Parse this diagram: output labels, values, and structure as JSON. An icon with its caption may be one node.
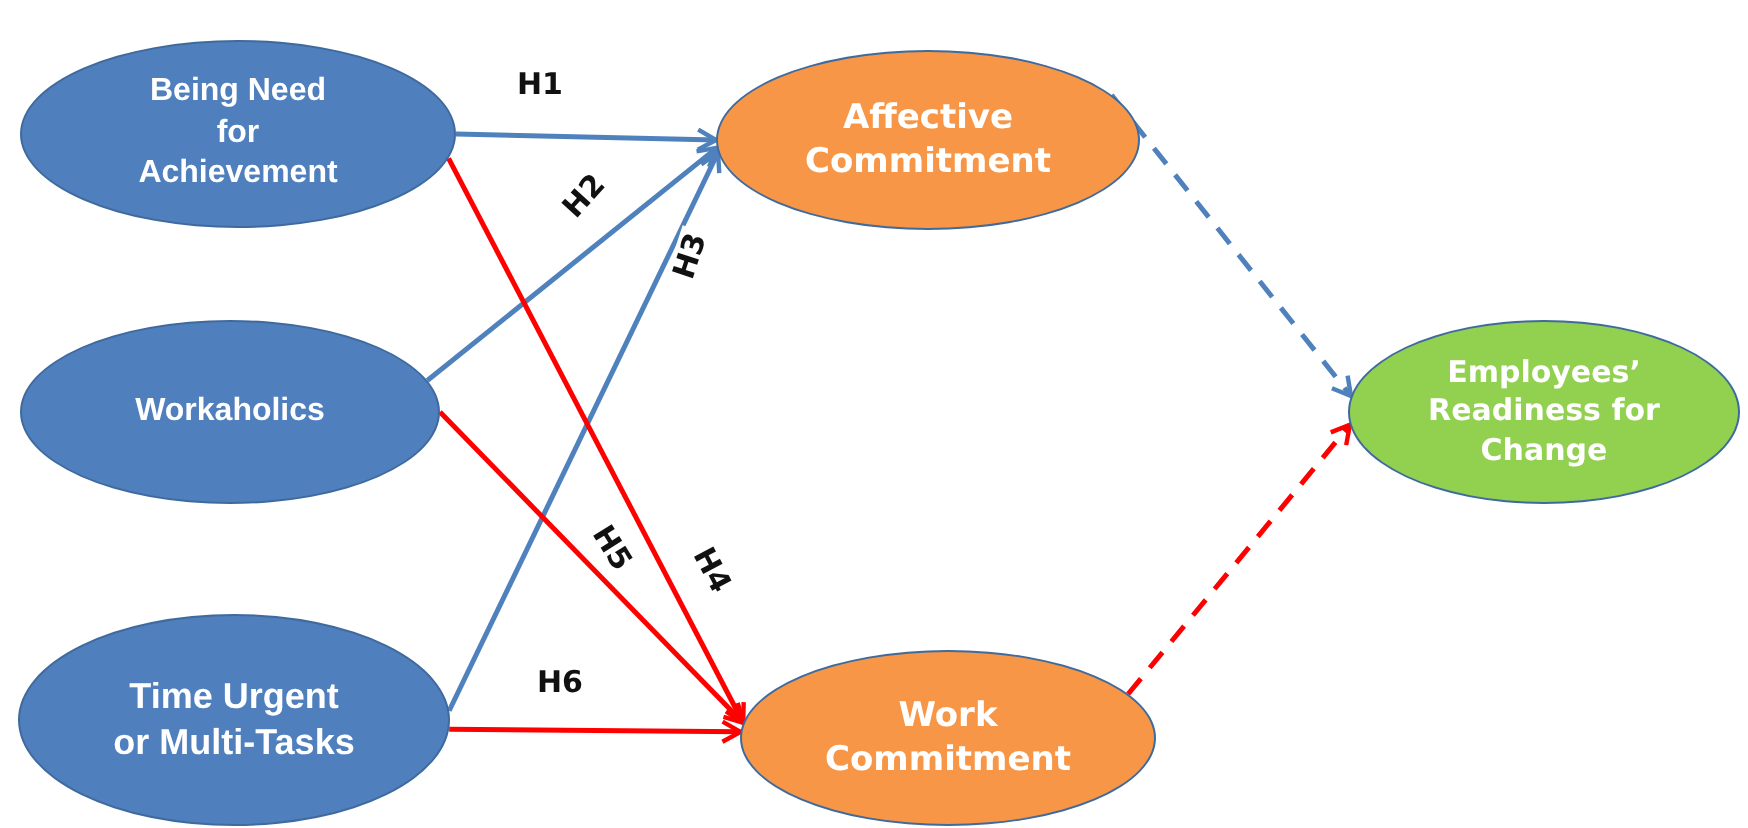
{
  "diagram": {
    "nodes": [
      {
        "text": [
          "Being Need for Achievement"
        ]
      },
      {
        "text": [
          "Workaholics"
        ]
      },
      {
        "text": [
          "Time Urgent or Multi-Tasks"
        ]
      },
      {
        "text": [
          "Affective Commitment"
        ]
      },
      {
        "text": [
          "Work Commitment"
        ]
      },
      {
        "text": [
          "Employees’ Readiness for Change"
        ]
      }
    ],
    "edges": [
      {
        "from": 0,
        "to": 3,
        "arrow": "to",
        "label": "H1",
        "color": "#4f81bd"
      },
      {
        "from": 1,
        "to": 3,
        "arrow": "to",
        "label": "H2",
        "color": "#4f81bd"
      },
      {
        "from": 2,
        "to": 3,
        "arrow": "to",
        "label": "H3",
        "color": "#4f81bd"
      },
      {
        "from": 0,
        "to": 4,
        "arrow": "to",
        "label": "H4",
        "color": "#ff0000"
      },
      {
        "from": 1,
        "to": 4,
        "arrow": "to",
        "label": "H5",
        "color": "#ff0000"
      },
      {
        "from": 2,
        "to": 4,
        "arrow": "to",
        "label": "H6",
        "color": "#ff0000"
      },
      {
        "from": 3,
        "to": 5,
        "arrow": "to",
        "style": "dashed",
        "color": "#4f81bd"
      },
      {
        "from": 4,
        "to": 5,
        "arrow": "to",
        "style": "dashed",
        "color": "#ff0000"
      }
    ]
  }
}
